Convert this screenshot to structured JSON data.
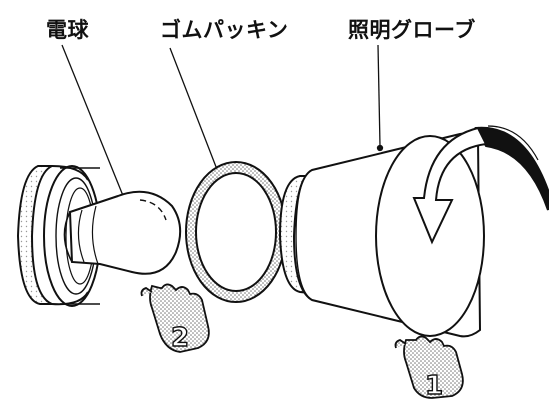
{
  "labels": {
    "bulb": "電球",
    "gasket": "ゴムパッキン",
    "globe": "照明グローブ"
  },
  "steps": {
    "first": "1",
    "second": "2"
  },
  "colors": {
    "ink": "#111111",
    "paper": "#ffffff",
    "screen_tone": "#d9d9d9"
  }
}
